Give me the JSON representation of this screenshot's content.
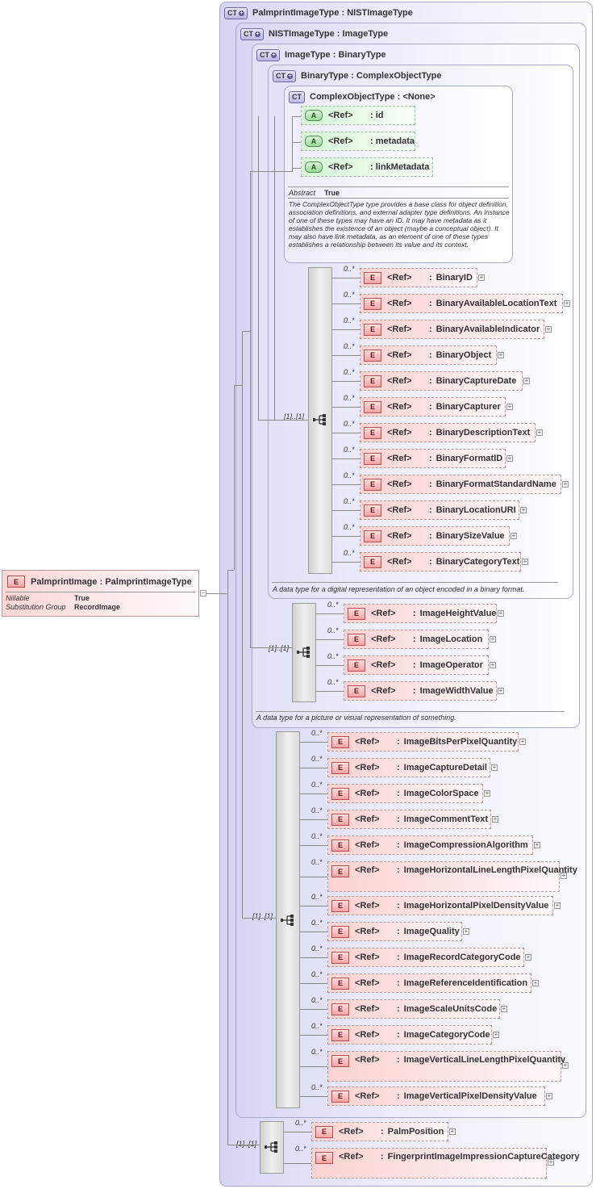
{
  "root": {
    "badge": "E",
    "ref": "PalmprintImage",
    "type": "PalmprintImageType",
    "props": [
      {
        "key": "Nillable",
        "value": "True"
      },
      {
        "key": "Substitution Group",
        "value": "RecordImage"
      }
    ]
  },
  "types": {
    "palmprint": {
      "badge": "CT",
      "name": "PalmprintImageType",
      "base": "NISTImageType"
    },
    "nist": {
      "badge": "CT",
      "name": "NISTImageType",
      "base": "ImageType"
    },
    "image": {
      "badge": "CT",
      "name": "ImageType",
      "base": "BinaryType",
      "doc": "A data type for a picture or visual representation of something."
    },
    "binary": {
      "badge": "CT",
      "name": "BinaryType",
      "base": "ComplexObjectType",
      "doc": "A data type for a digital representation of an object encoded in a binary format."
    },
    "complex": {
      "badge": "CT",
      "name": "ComplexObjectType",
      "base": "<None>",
      "abstract_key": "Abstract",
      "abstract_value": "True",
      "doc": "The ComplexObjectType type provides a base class for object definition, association definitions, and external adapter type definitions. An instance of one of these types may have an ID. It may have metadata as it establishes the existence of an object (maybe a conceptual object). It may also have link metadata, as an element of one of these types establishes a relationship between its value and its context."
    }
  },
  "separator": ":",
  "ref_label": "<Ref>",
  "attribute_badge": "A",
  "element_badge": "E",
  "attributes": [
    {
      "name": "id"
    },
    {
      "name": "metadata"
    },
    {
      "name": "linkMetadata"
    }
  ],
  "sequences": {
    "binary": {
      "multiplicity": "[1]..[1]",
      "elements": [
        {
          "mult": "0..*",
          "name": "BinaryID"
        },
        {
          "mult": "0..*",
          "name": "BinaryAvailableLocationText"
        },
        {
          "mult": "0..*",
          "name": "BinaryAvailableIndicator"
        },
        {
          "mult": "0..*",
          "name": "BinaryObject"
        },
        {
          "mult": "0..*",
          "name": "BinaryCaptureDate"
        },
        {
          "mult": "0..*",
          "name": "BinaryCapturer"
        },
        {
          "mult": "0..*",
          "name": "BinaryDescriptionText"
        },
        {
          "mult": "0..*",
          "name": "BinaryFormatID"
        },
        {
          "mult": "0..*",
          "name": "BinaryFormatStandardName"
        },
        {
          "mult": "0..*",
          "name": "BinaryLocationURI"
        },
        {
          "mult": "0..*",
          "name": "BinarySizeValue"
        },
        {
          "mult": "0..*",
          "name": "BinaryCategoryText"
        }
      ]
    },
    "image": {
      "multiplicity": "[1]..[1]",
      "elements": [
        {
          "mult": "0..*",
          "name": "ImageHeightValue"
        },
        {
          "mult": "0..*",
          "name": "ImageLocation"
        },
        {
          "mult": "0..*",
          "name": "ImageOperator"
        },
        {
          "mult": "0..*",
          "name": "ImageWidthValue"
        }
      ]
    },
    "nist": {
      "multiplicity": "[1]..[1]",
      "elements": [
        {
          "mult": "0..*",
          "name": "ImageBitsPerPixelQuantity"
        },
        {
          "mult": "0..*",
          "name": "ImageCaptureDetail"
        },
        {
          "mult": "0..*",
          "name": "ImageColorSpace"
        },
        {
          "mult": "0..*",
          "name": "ImageCommentText"
        },
        {
          "mult": "0..*",
          "name": "ImageCompressionAlgorithm"
        },
        {
          "mult": "0..*",
          "name": "ImageHorizontalLineLengthPixelQuantity"
        },
        {
          "mult": "0..*",
          "name": "ImageHorizontalPixelDensityValue"
        },
        {
          "mult": "0..*",
          "name": "ImageQuality"
        },
        {
          "mult": "0..*",
          "name": "ImageRecordCategoryCode"
        },
        {
          "mult": "0..*",
          "name": "ImageReferenceIdentification"
        },
        {
          "mult": "0..*",
          "name": "ImageScaleUnitsCode"
        },
        {
          "mult": "0..*",
          "name": "ImageCategoryCode"
        },
        {
          "mult": "0..*",
          "name": "ImageVerticalLineLengthPixelQuantity"
        },
        {
          "mult": "0..*",
          "name": "ImageVerticalPixelDensityValue"
        }
      ]
    },
    "palmprint": {
      "multiplicity": "[1]..[1]",
      "elements": [
        {
          "mult": "0..*",
          "name": "PalmPosition"
        },
        {
          "mult": "0..*",
          "name": "FingerprintImageImpressionCaptureCategory"
        }
      ]
    }
  }
}
